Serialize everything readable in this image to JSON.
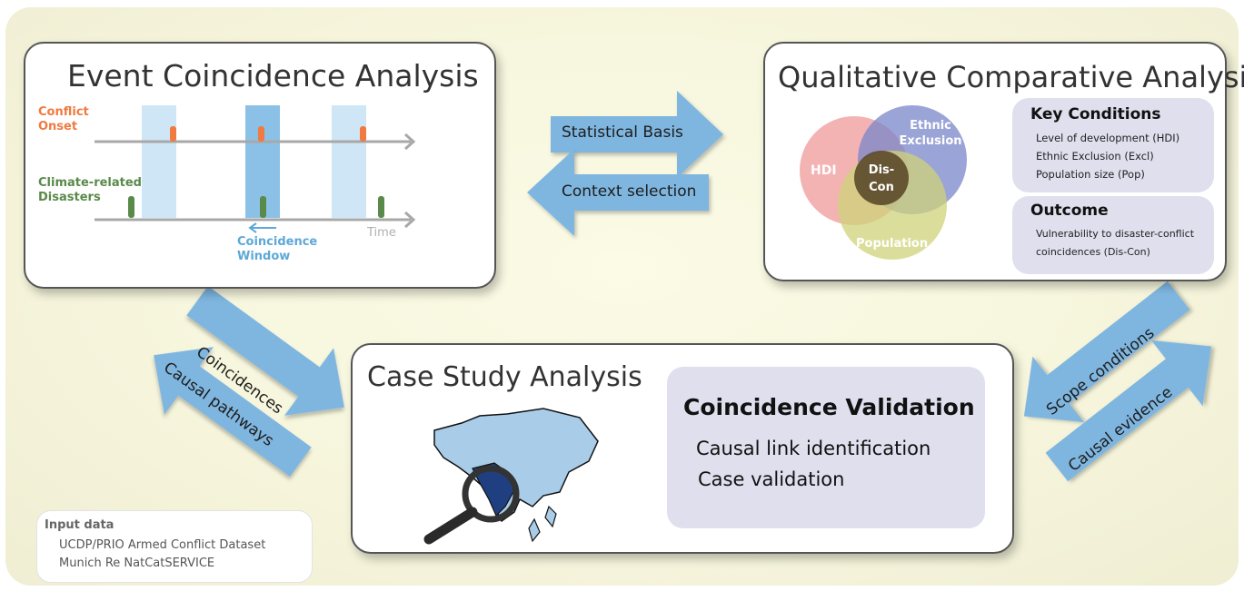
{
  "eca": {
    "title": "Event Coincidence Analysis",
    "conflict_label_1": "Conflict",
    "conflict_label_2": "Onset",
    "climate_label_1": "Climate-related",
    "climate_label_2": "Disasters",
    "window_label_1": "Coincidence",
    "window_label_2": "Window",
    "time_label": "Time"
  },
  "qca": {
    "title": "Qualitative Comparative Analysis",
    "venn": {
      "hdi": "HDI",
      "ethnic_1": "Ethnic",
      "ethnic_2": "Exclusion",
      "center_1": "Dis-",
      "center_2": "Con",
      "population": "Population"
    },
    "key_conditions": {
      "heading": "Key Conditions",
      "items": [
        "Level of development (HDI)",
        "Ethnic Exclusion (Excl)",
        "Population size (Pop)"
      ]
    },
    "outcome": {
      "heading": "Outcome",
      "line1": "Vulnerability to disaster-conflict",
      "line2": "coincidences (Dis-Con)"
    }
  },
  "case": {
    "title": "Case Study Analysis",
    "validation": {
      "heading": "Coincidence Validation",
      "items": [
        "Causal link identification",
        "Case validation"
      ]
    }
  },
  "arrows": {
    "statistical_basis": "Statistical Basis",
    "context_selection": "Context selection",
    "coincidences": "Coincidences",
    "causal_pathways": "Causal pathways",
    "scope_conditions": "Scope conditions",
    "causal_evidence": "Causal evidence"
  },
  "input": {
    "heading": "Input data",
    "items": [
      "UCDP/PRIO Armed Conflict Dataset",
      "Munich Re NatCatSERVICE"
    ]
  },
  "colors": {
    "arrow": "#7fb6e0",
    "conflict": "#f07a3f",
    "climate": "#5a8a4a",
    "window": "#5da8d8",
    "venn_hdi": "#f09a9a",
    "venn_ethnic": "#7a86c8",
    "venn_population": "#cfd37a"
  }
}
